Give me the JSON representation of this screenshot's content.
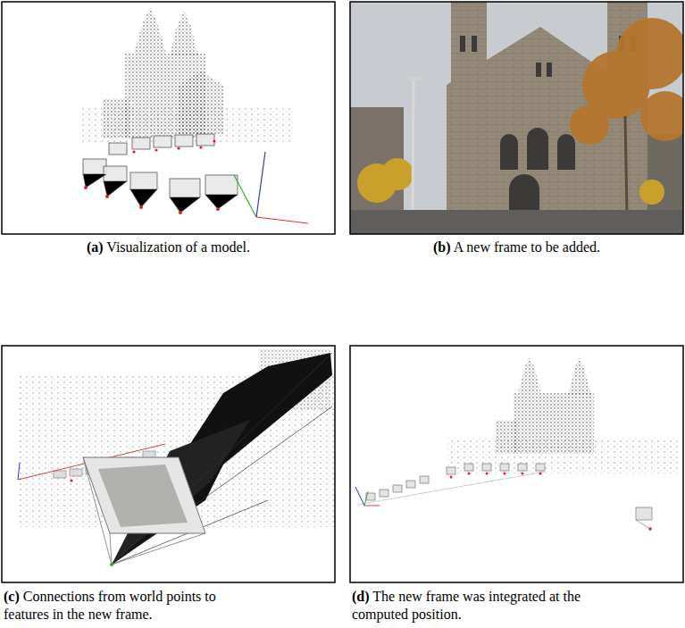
{
  "diagram": {
    "labels": [
      "(a) Visualization of a model.",
      "(b) A new frame to be added.",
      "(c) Connections from world points to features in the new frame.",
      "(d) The new frame was integrated at the computed position."
    ]
  }
}
